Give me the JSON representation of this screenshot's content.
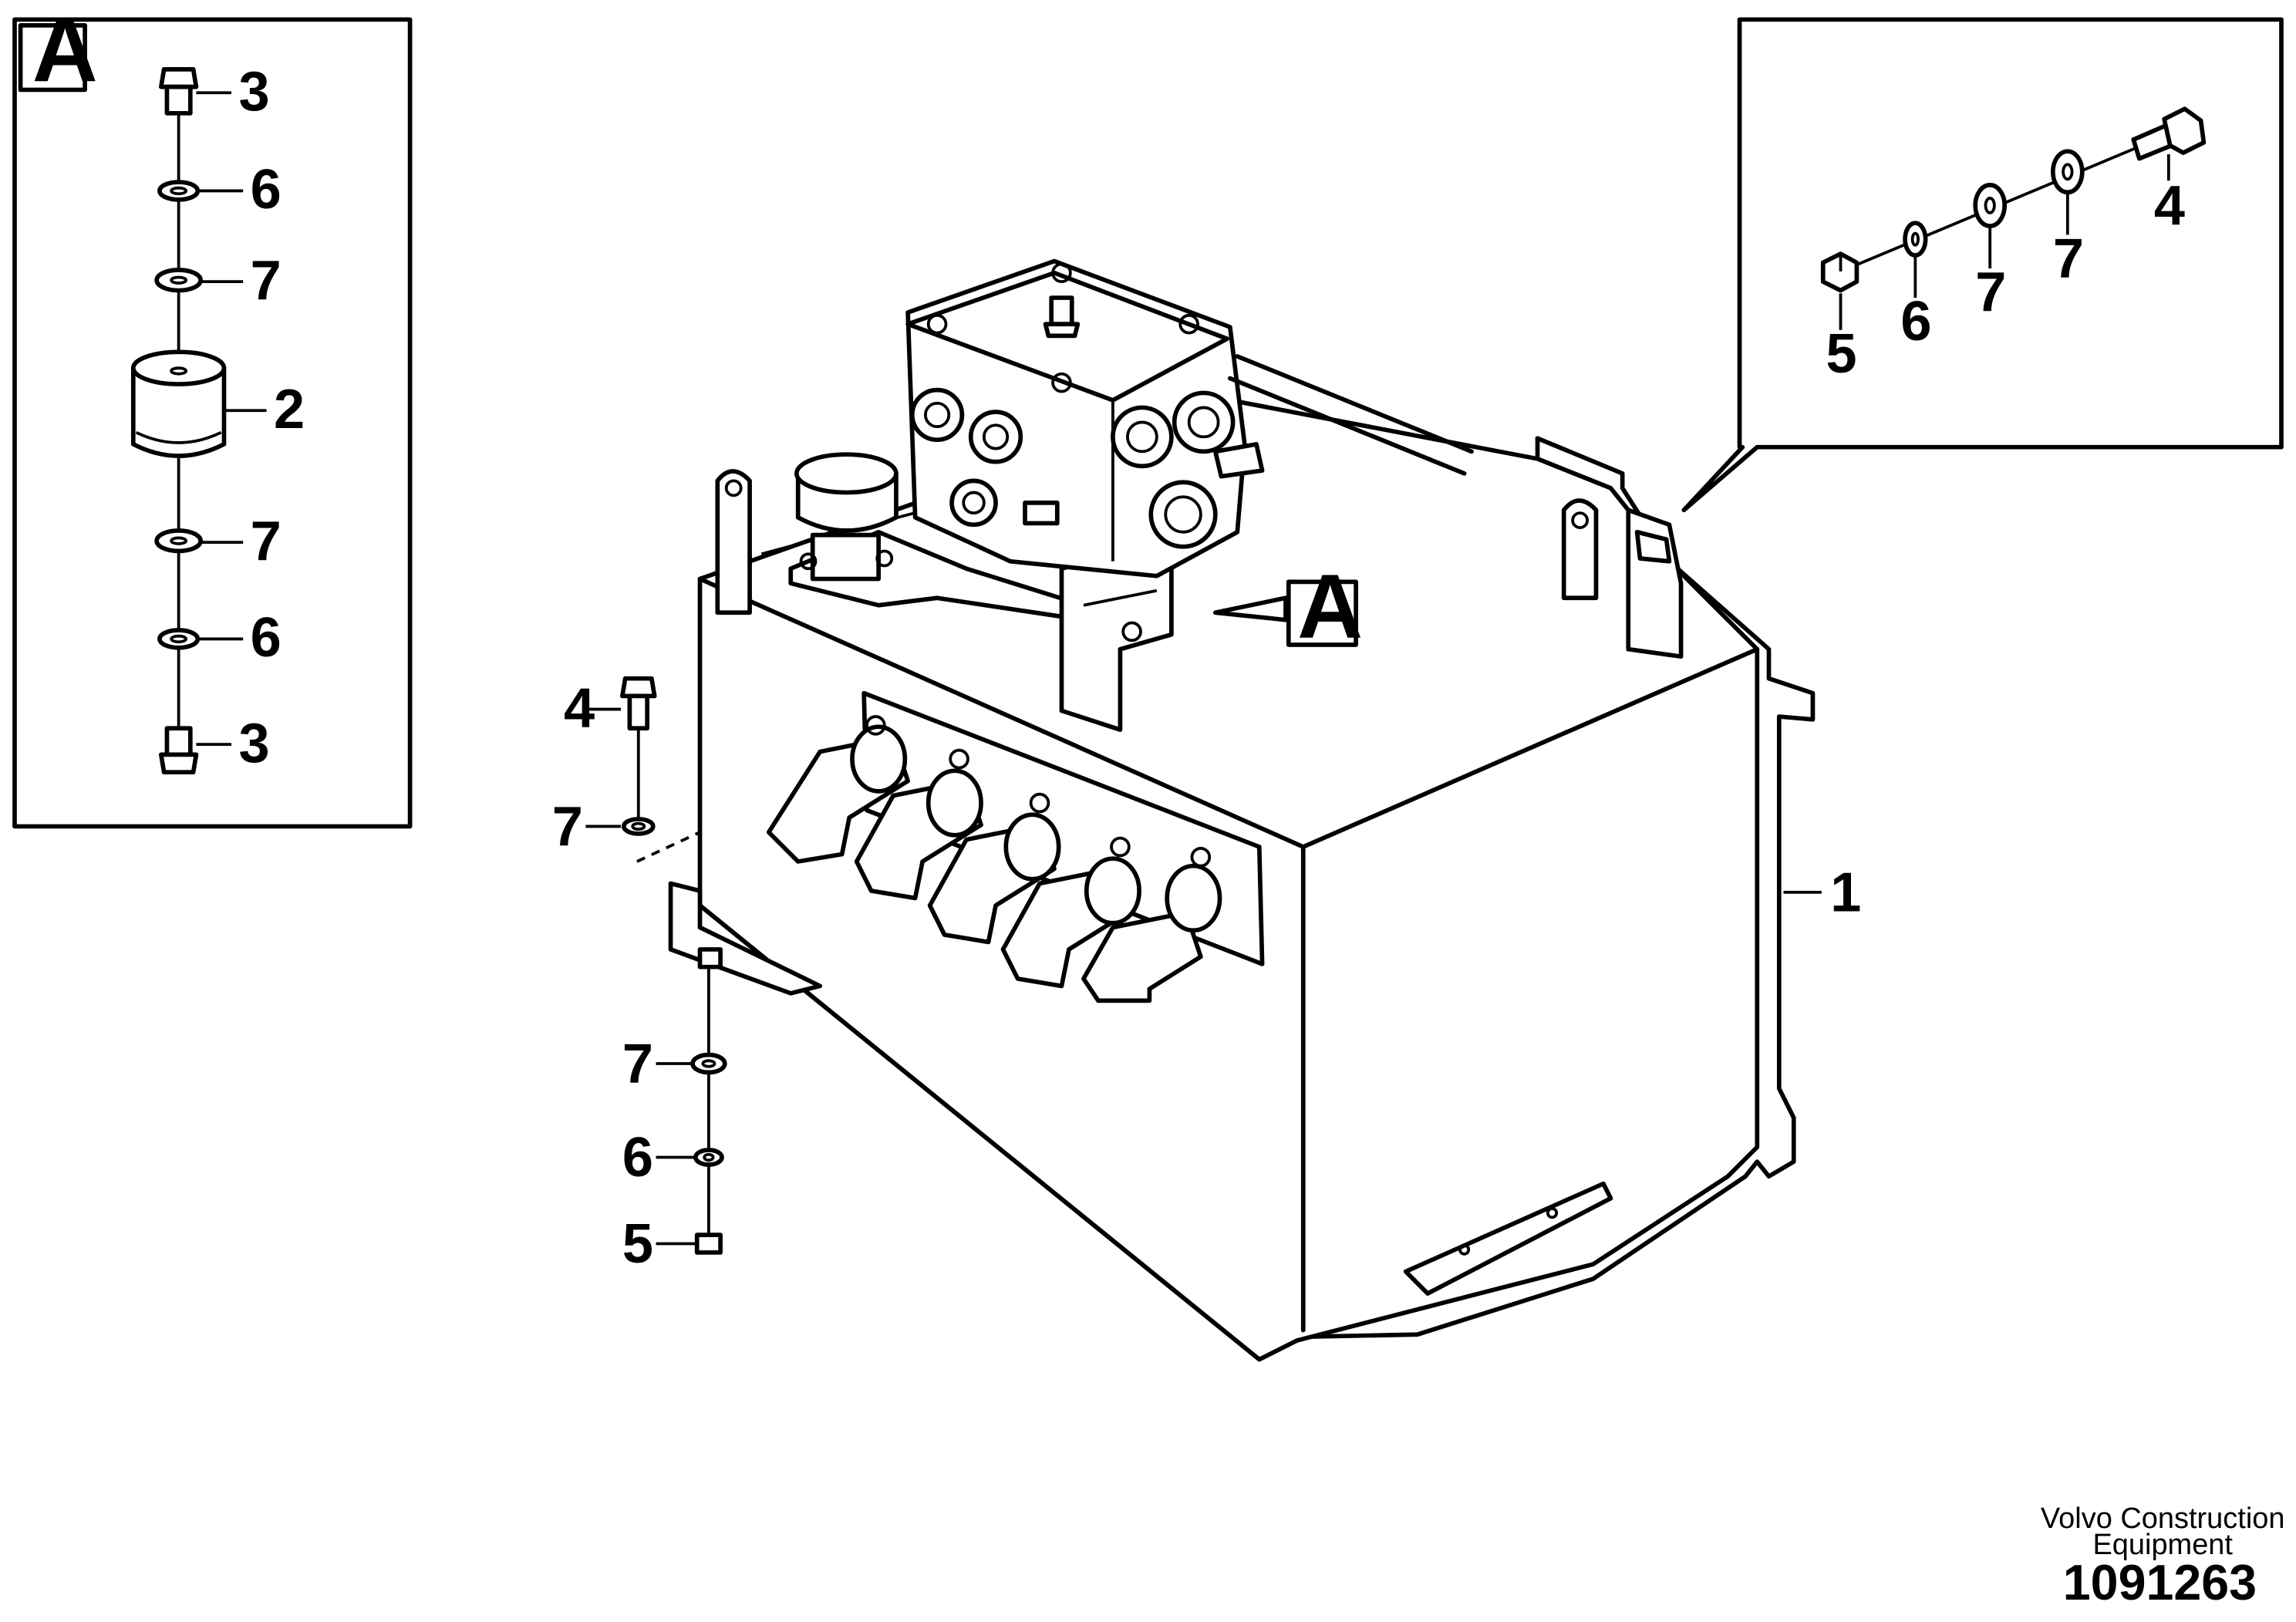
{
  "detail_marker": "A",
  "detail_a_panel": {
    "callouts": [
      "3",
      "6",
      "7",
      "2",
      "7",
      "6",
      "3"
    ]
  },
  "top_right_panel": {
    "callouts": [
      "4",
      "7",
      "7",
      "6",
      "5"
    ]
  },
  "main_callouts": {
    "tank": "1",
    "bolt": "4",
    "washer_top": "7",
    "washer_bottom": "7",
    "washer_small": "6",
    "nut": "5"
  },
  "footer": {
    "company_line1": "Volvo Construction",
    "company_line2": "Equipment",
    "drawing_number": "1091263"
  }
}
